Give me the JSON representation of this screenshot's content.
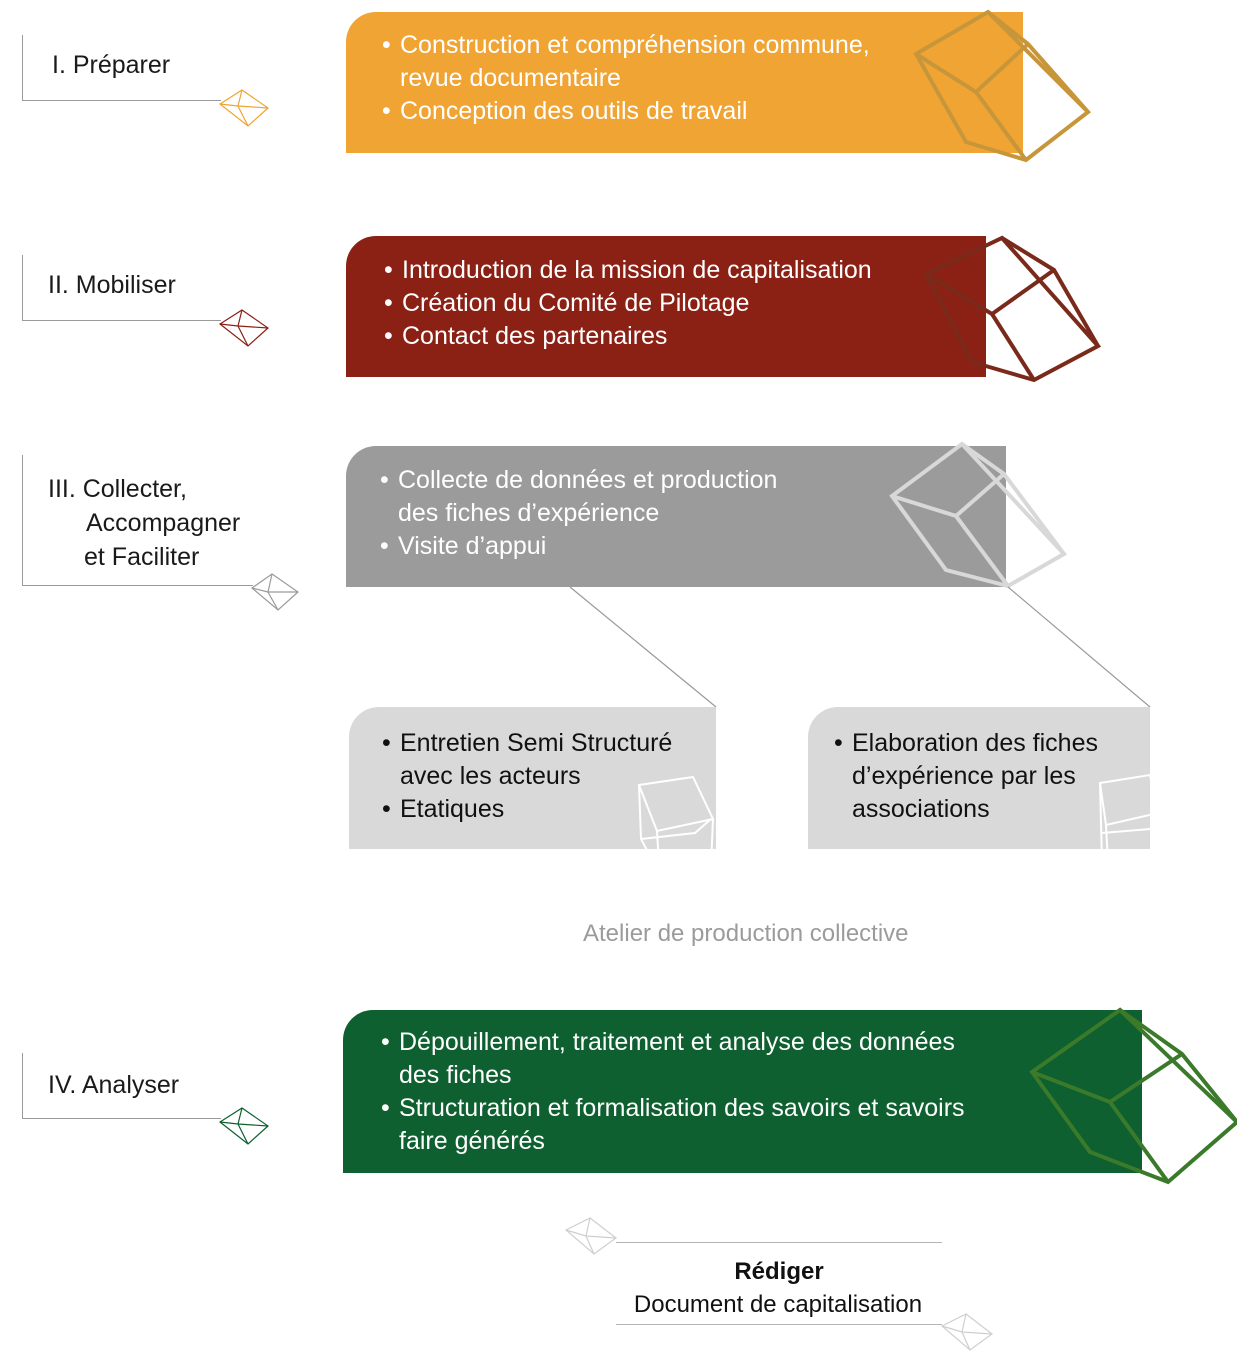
{
  "phases": [
    {
      "label": "I. Préparer",
      "color": "#f0a434",
      "items": [
        "Construction et compréhension commune,",
        "revue documentaire",
        "Conception des outils de travail"
      ]
    },
    {
      "label": "II. Mobiliser",
      "color": "#8b2015",
      "items": [
        "Introduction de la mission de capitalisation",
        "Création du Comité de Pilotage",
        "Contact des partenaires"
      ]
    },
    {
      "label_lines": [
        "III. Collecter,",
        "Accompagner",
        "et Faciliter"
      ],
      "color": "#9b9b9b",
      "items": [
        "Collecte de données et production",
        "des fiches d’expérience",
        "Visite d’appui"
      ],
      "sub_boxes": [
        {
          "items": [
            "Entretien Semi Structuré",
            "avec les acteurs",
            "Etatiques"
          ]
        },
        {
          "items": [
            "Elaboration des fiches",
            "d’expérience par les",
            "associations"
          ]
        }
      ],
      "caption": "Atelier de production collective"
    },
    {
      "label": "IV. Analyser",
      "color": "#0e6030",
      "items": [
        "Dépouillement, traitement et analyse des données",
        "des fiches",
        "Structuration et formalisation des savoirs et savoirs",
        "faire générés"
      ]
    }
  ],
  "final_step": {
    "title": "Rédiger",
    "subtitle": "Document de capitalisation"
  },
  "colors": {
    "orange_cube": "#c8963a",
    "red_cube": "#7a2a1a",
    "gray_cube": "#d8d8d8",
    "green_cube": "#3a7a2a",
    "light_box": "#d9d9d9"
  }
}
